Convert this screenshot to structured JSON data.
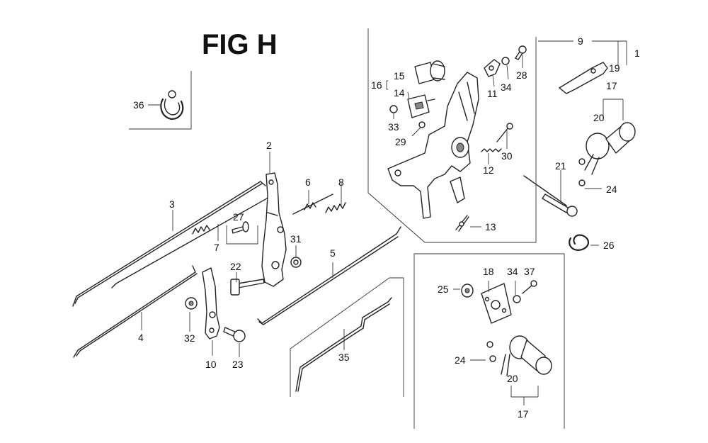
{
  "figure": {
    "title": "FIG H"
  },
  "callouts": [
    {
      "id": "c1",
      "text": "1"
    },
    {
      "id": "c2",
      "text": "2"
    },
    {
      "id": "c3",
      "text": "3"
    },
    {
      "id": "c4",
      "text": "4"
    },
    {
      "id": "c5",
      "text": "5"
    },
    {
      "id": "c6",
      "text": "6"
    },
    {
      "id": "c7",
      "text": "7"
    },
    {
      "id": "c8",
      "text": "8"
    },
    {
      "id": "c9",
      "text": "9"
    },
    {
      "id": "c10",
      "text": "10"
    },
    {
      "id": "c11",
      "text": "11"
    },
    {
      "id": "c12",
      "text": "12"
    },
    {
      "id": "c13",
      "text": "13"
    },
    {
      "id": "c14",
      "text": "14"
    },
    {
      "id": "c15",
      "text": "15"
    },
    {
      "id": "c16",
      "text": "16"
    },
    {
      "id": "c17a",
      "text": "17"
    },
    {
      "id": "c17b",
      "text": "17"
    },
    {
      "id": "c18",
      "text": "18"
    },
    {
      "id": "c19",
      "text": "19"
    },
    {
      "id": "c20a",
      "text": "20"
    },
    {
      "id": "c20b",
      "text": "20"
    },
    {
      "id": "c21",
      "text": "21"
    },
    {
      "id": "c22",
      "text": "22"
    },
    {
      "id": "c23",
      "text": "23"
    },
    {
      "id": "c24a",
      "text": "24"
    },
    {
      "id": "c24b",
      "text": "24"
    },
    {
      "id": "c25",
      "text": "25"
    },
    {
      "id": "c26",
      "text": "26"
    },
    {
      "id": "c27",
      "text": "27"
    },
    {
      "id": "c28",
      "text": "28"
    },
    {
      "id": "c29",
      "text": "29"
    },
    {
      "id": "c30",
      "text": "30"
    },
    {
      "id": "c31",
      "text": "31"
    },
    {
      "id": "c32",
      "text": "32"
    },
    {
      "id": "c33",
      "text": "33"
    },
    {
      "id": "c34a",
      "text": "34"
    },
    {
      "id": "c34b",
      "text": "34"
    },
    {
      "id": "c35",
      "text": "35"
    },
    {
      "id": "c36",
      "text": "36"
    },
    {
      "id": "c37",
      "text": "37"
    }
  ]
}
